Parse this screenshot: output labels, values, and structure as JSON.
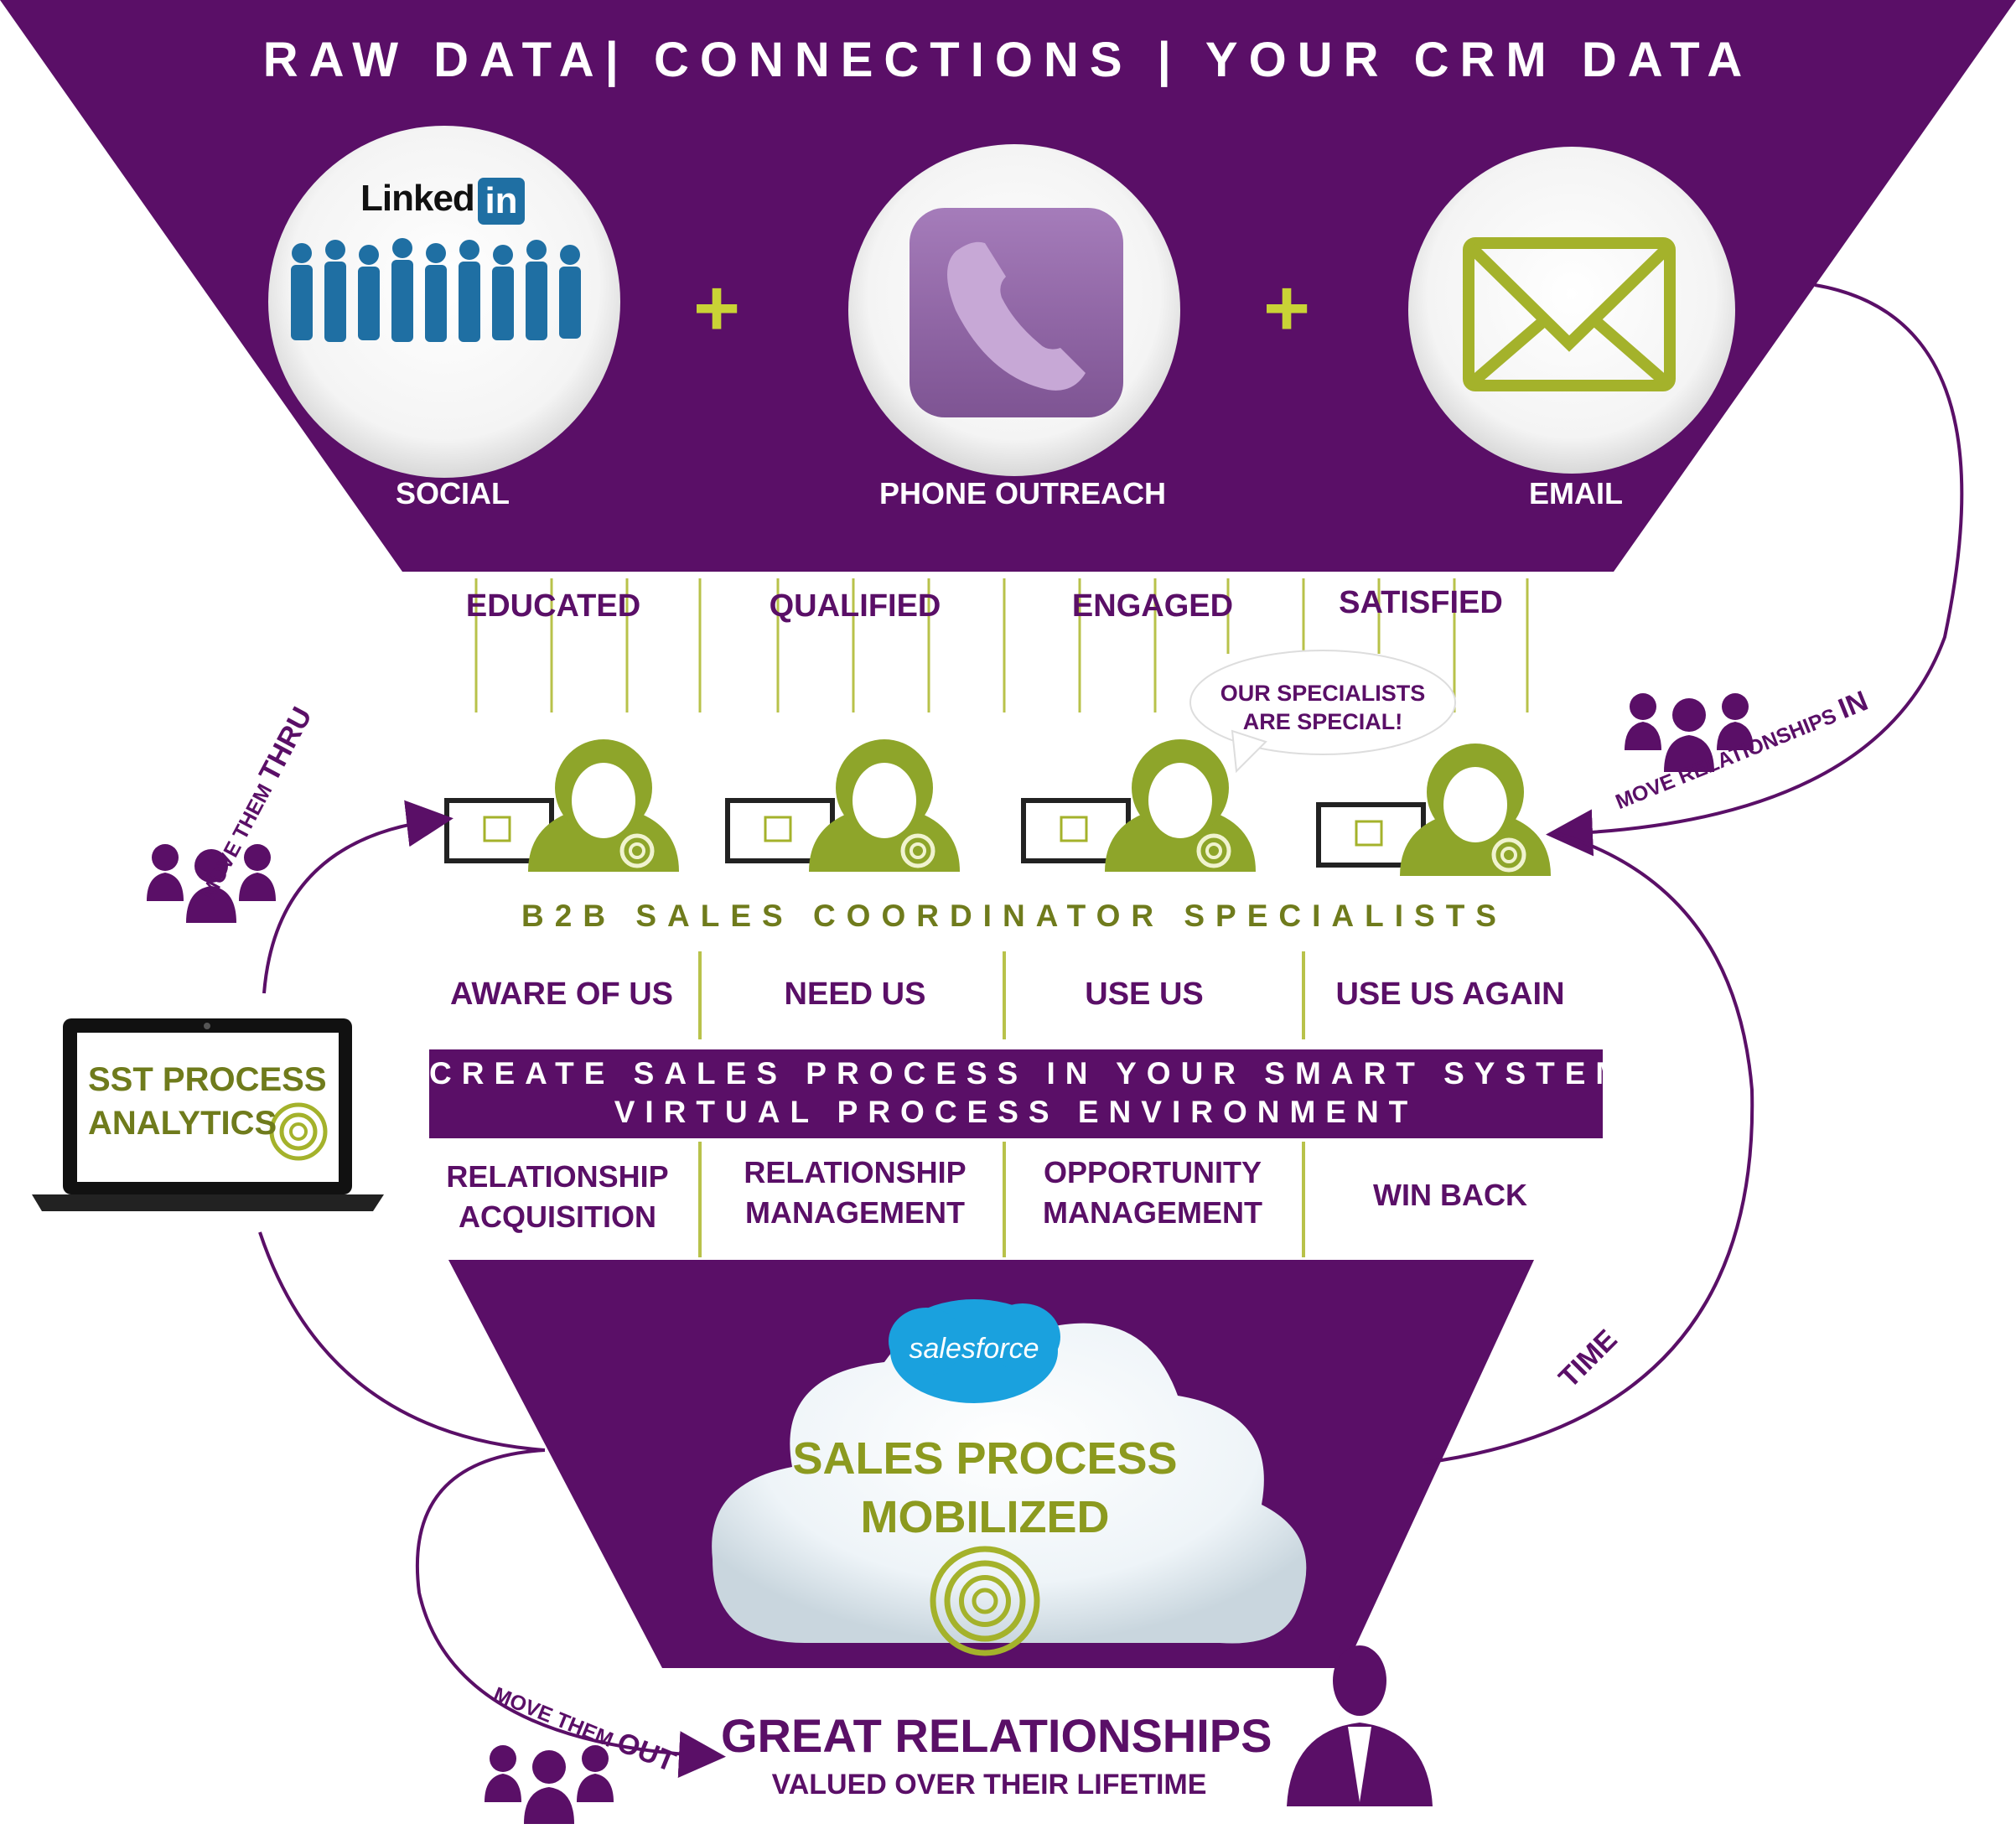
{
  "header": {
    "title": "RAW DATA| CONNECTIONS | YOUR CRM DATA"
  },
  "channels": [
    {
      "label": "SOCIAL",
      "logo_text": "Linked",
      "logo_badge": "in",
      "icon": "people-group-icon"
    },
    {
      "label": "PHONE OUTREACH",
      "icon": "phone-icon"
    },
    {
      "label": "EMAIL",
      "icon": "envelope-icon"
    }
  ],
  "plus_signs": [
    "+",
    "+"
  ],
  "stages": [
    "EDUCATED",
    "QUALIFIED",
    "ENGAGED",
    "SATISFIED"
  ],
  "speech_bubble": {
    "line1": "OUR SPECIALISTS",
    "line2": "ARE SPECIAL!"
  },
  "specialists_label": "B2B SALES COORDINATOR SPECIALISTS",
  "customer_states": [
    "AWARE OF US",
    "NEED US",
    "USE US",
    "USE US AGAIN"
  ],
  "band": {
    "line1": "CREATE SALES PROCESS IN YOUR SMART SYSTEM",
    "line2": "VIRTUAL PROCESS ENVIRONMENT"
  },
  "processes": [
    {
      "line1": "RELATIONSHIP",
      "line2": "ACQUISITION"
    },
    {
      "line1": "RELATIONSHIP",
      "line2": "MANAGEMENT"
    },
    {
      "line1": "OPPORTUNITY",
      "line2": "MANAGEMENT"
    },
    {
      "line1": "WIN BACK",
      "line2": ""
    }
  ],
  "laptop": {
    "line1": "SST PROCESS",
    "line2": "ANALYTICS"
  },
  "cloud": {
    "brand": "salesforce",
    "line1": "SALES PROCESS",
    "line2": "MOBILIZED"
  },
  "side_labels": {
    "thru_small": "MOVE THEM",
    "thru_big": "THRU",
    "in_small": "MOVE RELATIONSHIPS",
    "in_big": "IN",
    "out_small": "MOVE THEM",
    "out_big": "OUT",
    "time": "TIME"
  },
  "footer": {
    "title": "GREAT RELATIONSHIPS",
    "subtitle": "VALUED OVER THEIR LIFETIME"
  },
  "colors": {
    "purple": "#5a0f67",
    "olive": "#a4b22b",
    "dark_olive": "#6f7b1c",
    "salesforce_blue": "#1aa1de",
    "phone_tile": "#9a6fb0"
  }
}
